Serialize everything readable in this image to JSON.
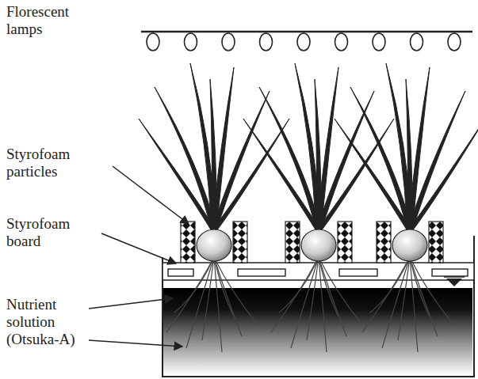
{
  "diagram": {
    "labels": [
      "Florescent lamps",
      "Styrofoam particles",
      "Styrofoam board",
      "Nutrient solution (Otsuka-A)"
    ]
  }
}
